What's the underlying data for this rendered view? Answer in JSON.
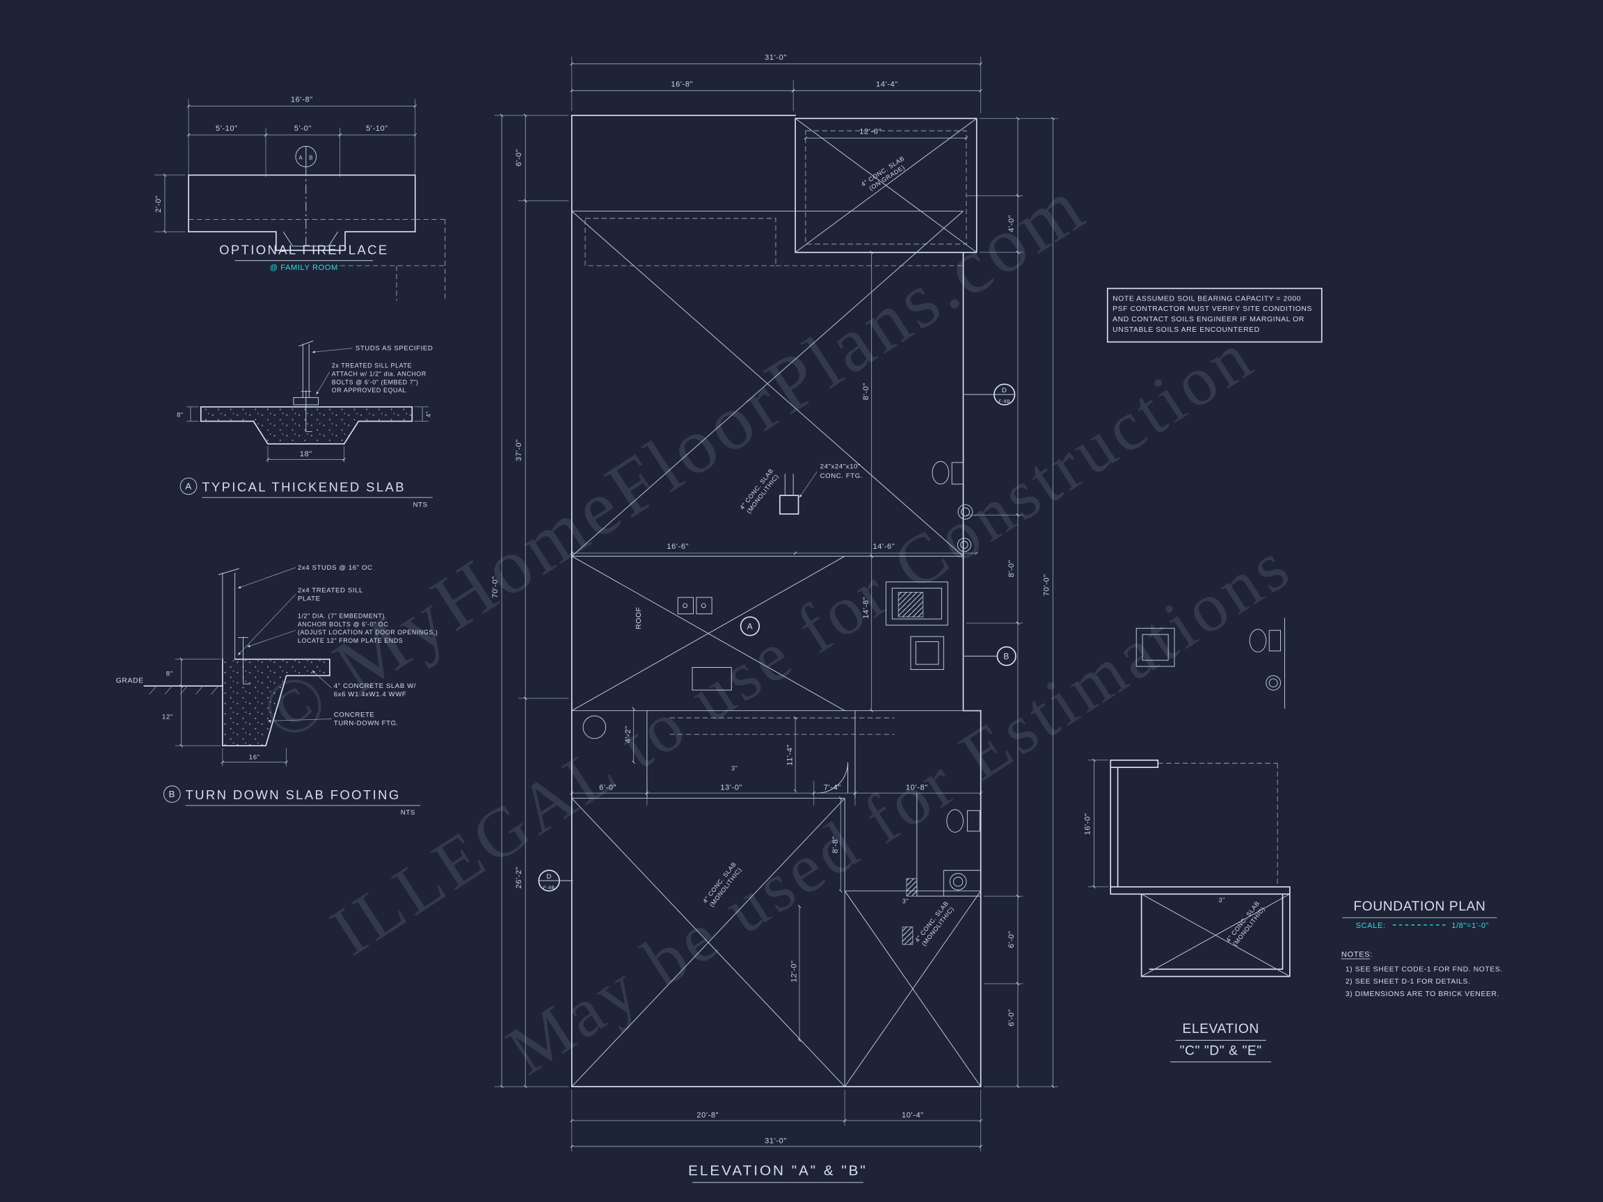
{
  "page": {
    "background": "#1e2336",
    "line_color": "#dde5f2",
    "accent_cyan": "#2fdfe3"
  },
  "watermark": {
    "line1": "© MyHomeFloorPlans.com",
    "line2": "ILLEGAL to use for Construction",
    "line3": "May be used for Estimations"
  },
  "fireplace": {
    "title": "OPTIONAL FIREPLACE",
    "subtitle": "@ FAMILY ROOM",
    "dim_total": "16'-8\"",
    "dim_left": "5'-10\"",
    "dim_mid": "5'-0\"",
    "dim_right": "5'-10\"",
    "dim_depth": "2'-0\"",
    "marker_left": "A",
    "marker_right": "B"
  },
  "detail_a": {
    "marker": "A",
    "title": "TYPICAL THICKENED SLAB",
    "nts": "NTS",
    "callout_studs": "STUDS AS SPECIFIED",
    "sill_1": "2x  TREATED SILL PLATE",
    "sill_2": "ATTACH w/ 1/2\" dia. ANCHOR",
    "sill_3": "BOLTS @ 6'-0\" (EMBED 7\")",
    "sill_4": "OR APPROVED EQUAL",
    "dim_width": "18\"",
    "dim_edge": "8\"",
    "dim_thick": "4\""
  },
  "detail_b": {
    "marker": "B",
    "title": "TURN DOWN SLAB FOOTING",
    "nts": "NTS",
    "studs": "2x4 STUDS @ 16\" OC",
    "sill_1": "2x4 TREATED SILL",
    "sill_2": "PLATE",
    "bolt_1": "1/2\" DIA. (7\" EMBEDMENT)",
    "bolt_2": "ANCHOR BOLTS @ 6'-0\" OC",
    "bolt_3": "(ADJUST LOCATION AT DOOR OPENINGS,)",
    "bolt_4": "LOCATE 12\" FROM PLATE ENDS",
    "slab_1": "4\" CONCRETE SLAB W/",
    "slab_2": "6x6 W1.4xW1.4 WWF",
    "ftg_1": "CONCRETE",
    "ftg_2": "TURN-DOWN FTG.",
    "grade": "GRADE",
    "dim_8": "8\"",
    "dim_12": "12\"",
    "dim_16": "16\""
  },
  "plan": {
    "title": "ELEVATION \"A\" & \"B\"",
    "dims": {
      "top_total": "31'-0\"",
      "top_left": "16'-8\"",
      "top_right": "14'-4\"",
      "garage_width": "12'-0\"",
      "left_upper": "6'-0\"",
      "left_main": "37'-0\"",
      "left_lower": "26'-2\"",
      "left_total": "70'-0\"",
      "right_upper": "4'-0\"",
      "right_mid": "8'-0\"",
      "right_low_a": "6'-0\"",
      "right_low_b": "6'-0\"",
      "right_total": "70'-0\"",
      "int_left": "16'-6\"",
      "int_right": "14'-6\"",
      "int_vert": "8'-0\"",
      "int_vert2": "14'-8\"",
      "low_6": "6'-0\"",
      "low_13": "13'-0\"",
      "low_7_4": "7'-4\"",
      "low_10_8": "10'-8\"",
      "low_11_4": "11'-4\"",
      "low_4_2": "4'-2\"",
      "low_8_8": "8'-8\"",
      "low_12": "12'-0\"",
      "bot_left": "20'-8\"",
      "bot_right": "10'-4\"",
      "bot_total": "31'-0\"",
      "d3": "3\""
    },
    "labels": {
      "slab_grade_1": "4\" CONC. SLAB",
      "slab_grade_2": "(ON GRADE)",
      "slab_mono_1": "4\" CONC. SLAB",
      "slab_mono_2": "(MONOLITHIC)",
      "ftg_1": "24\"x24\"x10\"",
      "ftg_2": "CONC. FTG.",
      "roof": "ROOF"
    },
    "markers": {
      "a": "A",
      "b": "B",
      "d": "D",
      "d_sub": "F-8B"
    }
  },
  "note_box": {
    "lines": [
      "NOTE ASSUMED SOIL BEARING CAPACITY = 2000",
      "PSF CONTRACTOR MUST VERIFY SITE CONDITIONS",
      "AND CONTACT SOILS ENGINEER IF MARGINAL OR",
      "UNSTABLE SOILS ARE ENCOUNTERED"
    ]
  },
  "elevation_cde": {
    "title_1": "ELEVATION",
    "title_2": "\"C\" \"D\" & \"E\"",
    "dim_height": "16'-0\"",
    "dim_3": "3\"",
    "slab_1": "4\" CONC. SLAB",
    "slab_2": "(MONOLITHIC)"
  },
  "foundation_block": {
    "title": "FOUNDATION PLAN",
    "scale_label": "SCALE:",
    "scale_value": "1/8\"=1'-0\"",
    "notes_title": "NOTES:",
    "note_1": "1)  SEE SHEET CODE-1 FOR FND. NOTES.",
    "note_2": "2)  SEE SHEET D-1 FOR DETAILS.",
    "note_3": "3)  DIMENSIONS ARE TO BRICK VENEER."
  }
}
